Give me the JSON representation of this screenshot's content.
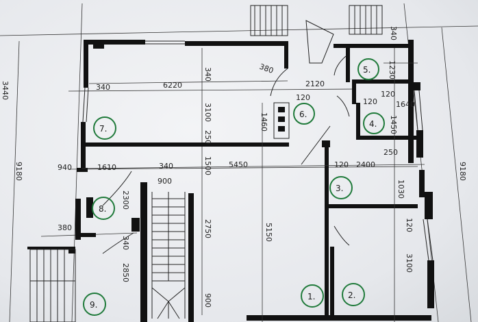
{
  "rooms": [
    {
      "id": "1",
      "label": "1."
    },
    {
      "id": "2",
      "label": "2."
    },
    {
      "id": "3",
      "label": "3."
    },
    {
      "id": "4",
      "label": "4."
    },
    {
      "id": "5",
      "label": "5."
    },
    {
      "id": "6",
      "label": "6."
    },
    {
      "id": "7",
      "label": "7."
    },
    {
      "id": "8",
      "label": "8."
    },
    {
      "id": "9",
      "label": "9."
    }
  ],
  "dimensions": {
    "d340_top": "340",
    "d6220": "6220",
    "d340_left": "340",
    "d3100": "3100",
    "d250a": "250",
    "d380_top": "380",
    "d2120": "2120",
    "d120a": "120",
    "d1230": "1230",
    "d1640": "1640",
    "d120b": "120",
    "d120c": "120",
    "d1450": "1450",
    "d1460": "1460",
    "d340_right": "340",
    "d250b": "250",
    "d2400": "2400",
    "d120d": "120",
    "d1030": "1030",
    "d940": "940",
    "d1610": "1610",
    "d340_mid": "340",
    "d1500": "1500",
    "d5450": "5450",
    "d900a": "900",
    "d2300": "2300",
    "d2750": "2750",
    "d5150": "5150",
    "d120e": "120",
    "d3100b": "3100",
    "d380_bottom": "380",
    "d340_bottom": "340",
    "d2850": "2850",
    "d900b": "900",
    "d9180_left": "9180",
    "d9180_right": "9180",
    "d3440": "3440"
  }
}
